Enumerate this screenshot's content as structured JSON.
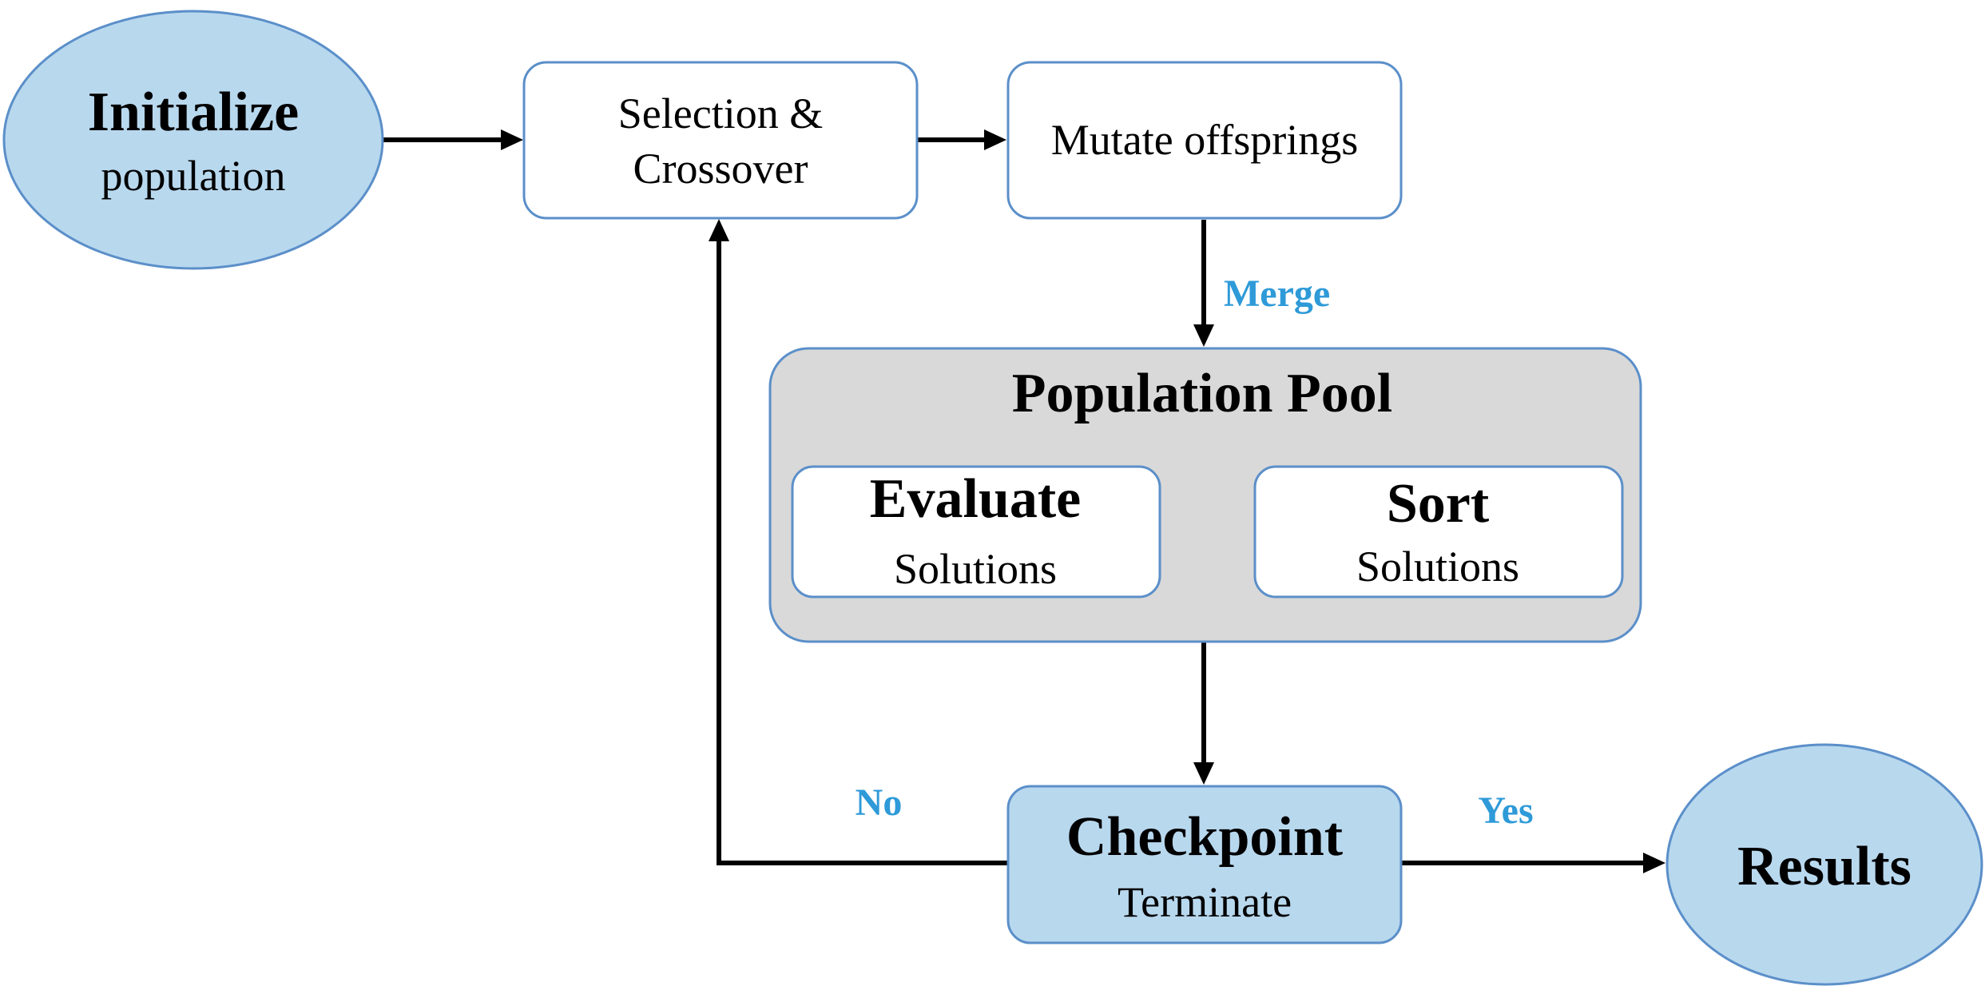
{
  "nodes": {
    "initialize": {
      "title": "Initialize",
      "subtitle": "population"
    },
    "selection": {
      "line1": "Selection &",
      "line2": "Crossover"
    },
    "mutate": {
      "label": "Mutate offsprings"
    },
    "pool": {
      "title": "Population Pool"
    },
    "evaluate": {
      "title": "Evaluate",
      "subtitle": "Solutions"
    },
    "sort": {
      "title": "Sort",
      "subtitle": "Solutions"
    },
    "checkpoint": {
      "title": "Checkpoint",
      "subtitle": "Terminate"
    },
    "results": {
      "title": "Results"
    }
  },
  "edge_labels": {
    "merge": "Merge",
    "no": "No",
    "yes": "Yes"
  },
  "colors": {
    "node_fill_blue": "#b8d8ee",
    "node_border": "#5b8fc9",
    "pool_fill": "#d9d9d9",
    "edge_label": "#2e9ad8"
  }
}
